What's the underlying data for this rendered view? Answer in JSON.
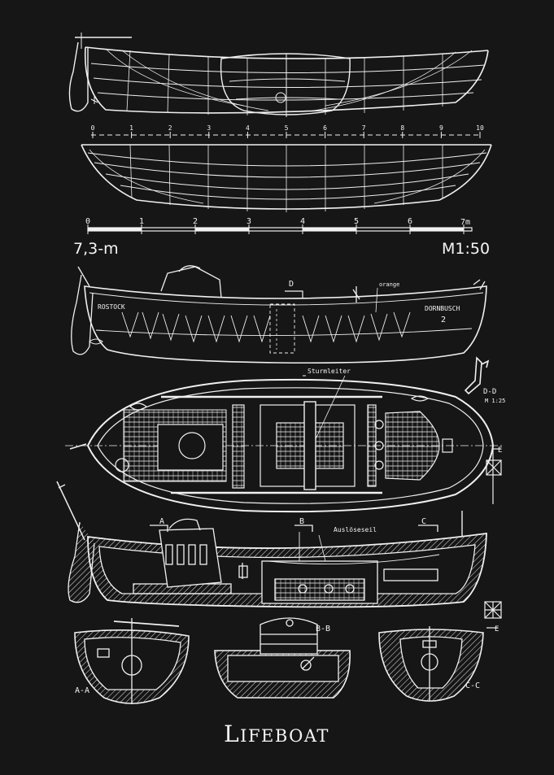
{
  "title": "LIFEBOAT",
  "title_first": "L",
  "title_rest": "IFEBOAT",
  "top_scale_ticks": [
    "0",
    "1",
    "2",
    "3",
    "4",
    "5",
    "6",
    "7",
    "8",
    "9",
    "10"
  ],
  "scale_bar_ticks": [
    "0",
    "1",
    "2",
    "3",
    "4",
    "5",
    "6"
  ],
  "scale_bar_end": "7m",
  "length_label": "7,3-m",
  "scale_label": "M1:50",
  "hull_names": {
    "port": "ROSTOCK",
    "starboard": "DORNBUSCH",
    "number": "2"
  },
  "labels": {
    "orange": "orange",
    "ladder": "Sturmleiter",
    "release": "Auslöseseil",
    "section_d_detail": "D-D",
    "section_d_scale": "M 1:25",
    "d": "D",
    "e": "E",
    "a": "A",
    "b": "B",
    "c": "C",
    "section_a": "A-A",
    "section_b": "B-B",
    "section_c": "C-C"
  },
  "colors": {
    "background": "#161616",
    "ink": "#f2f2f2"
  }
}
